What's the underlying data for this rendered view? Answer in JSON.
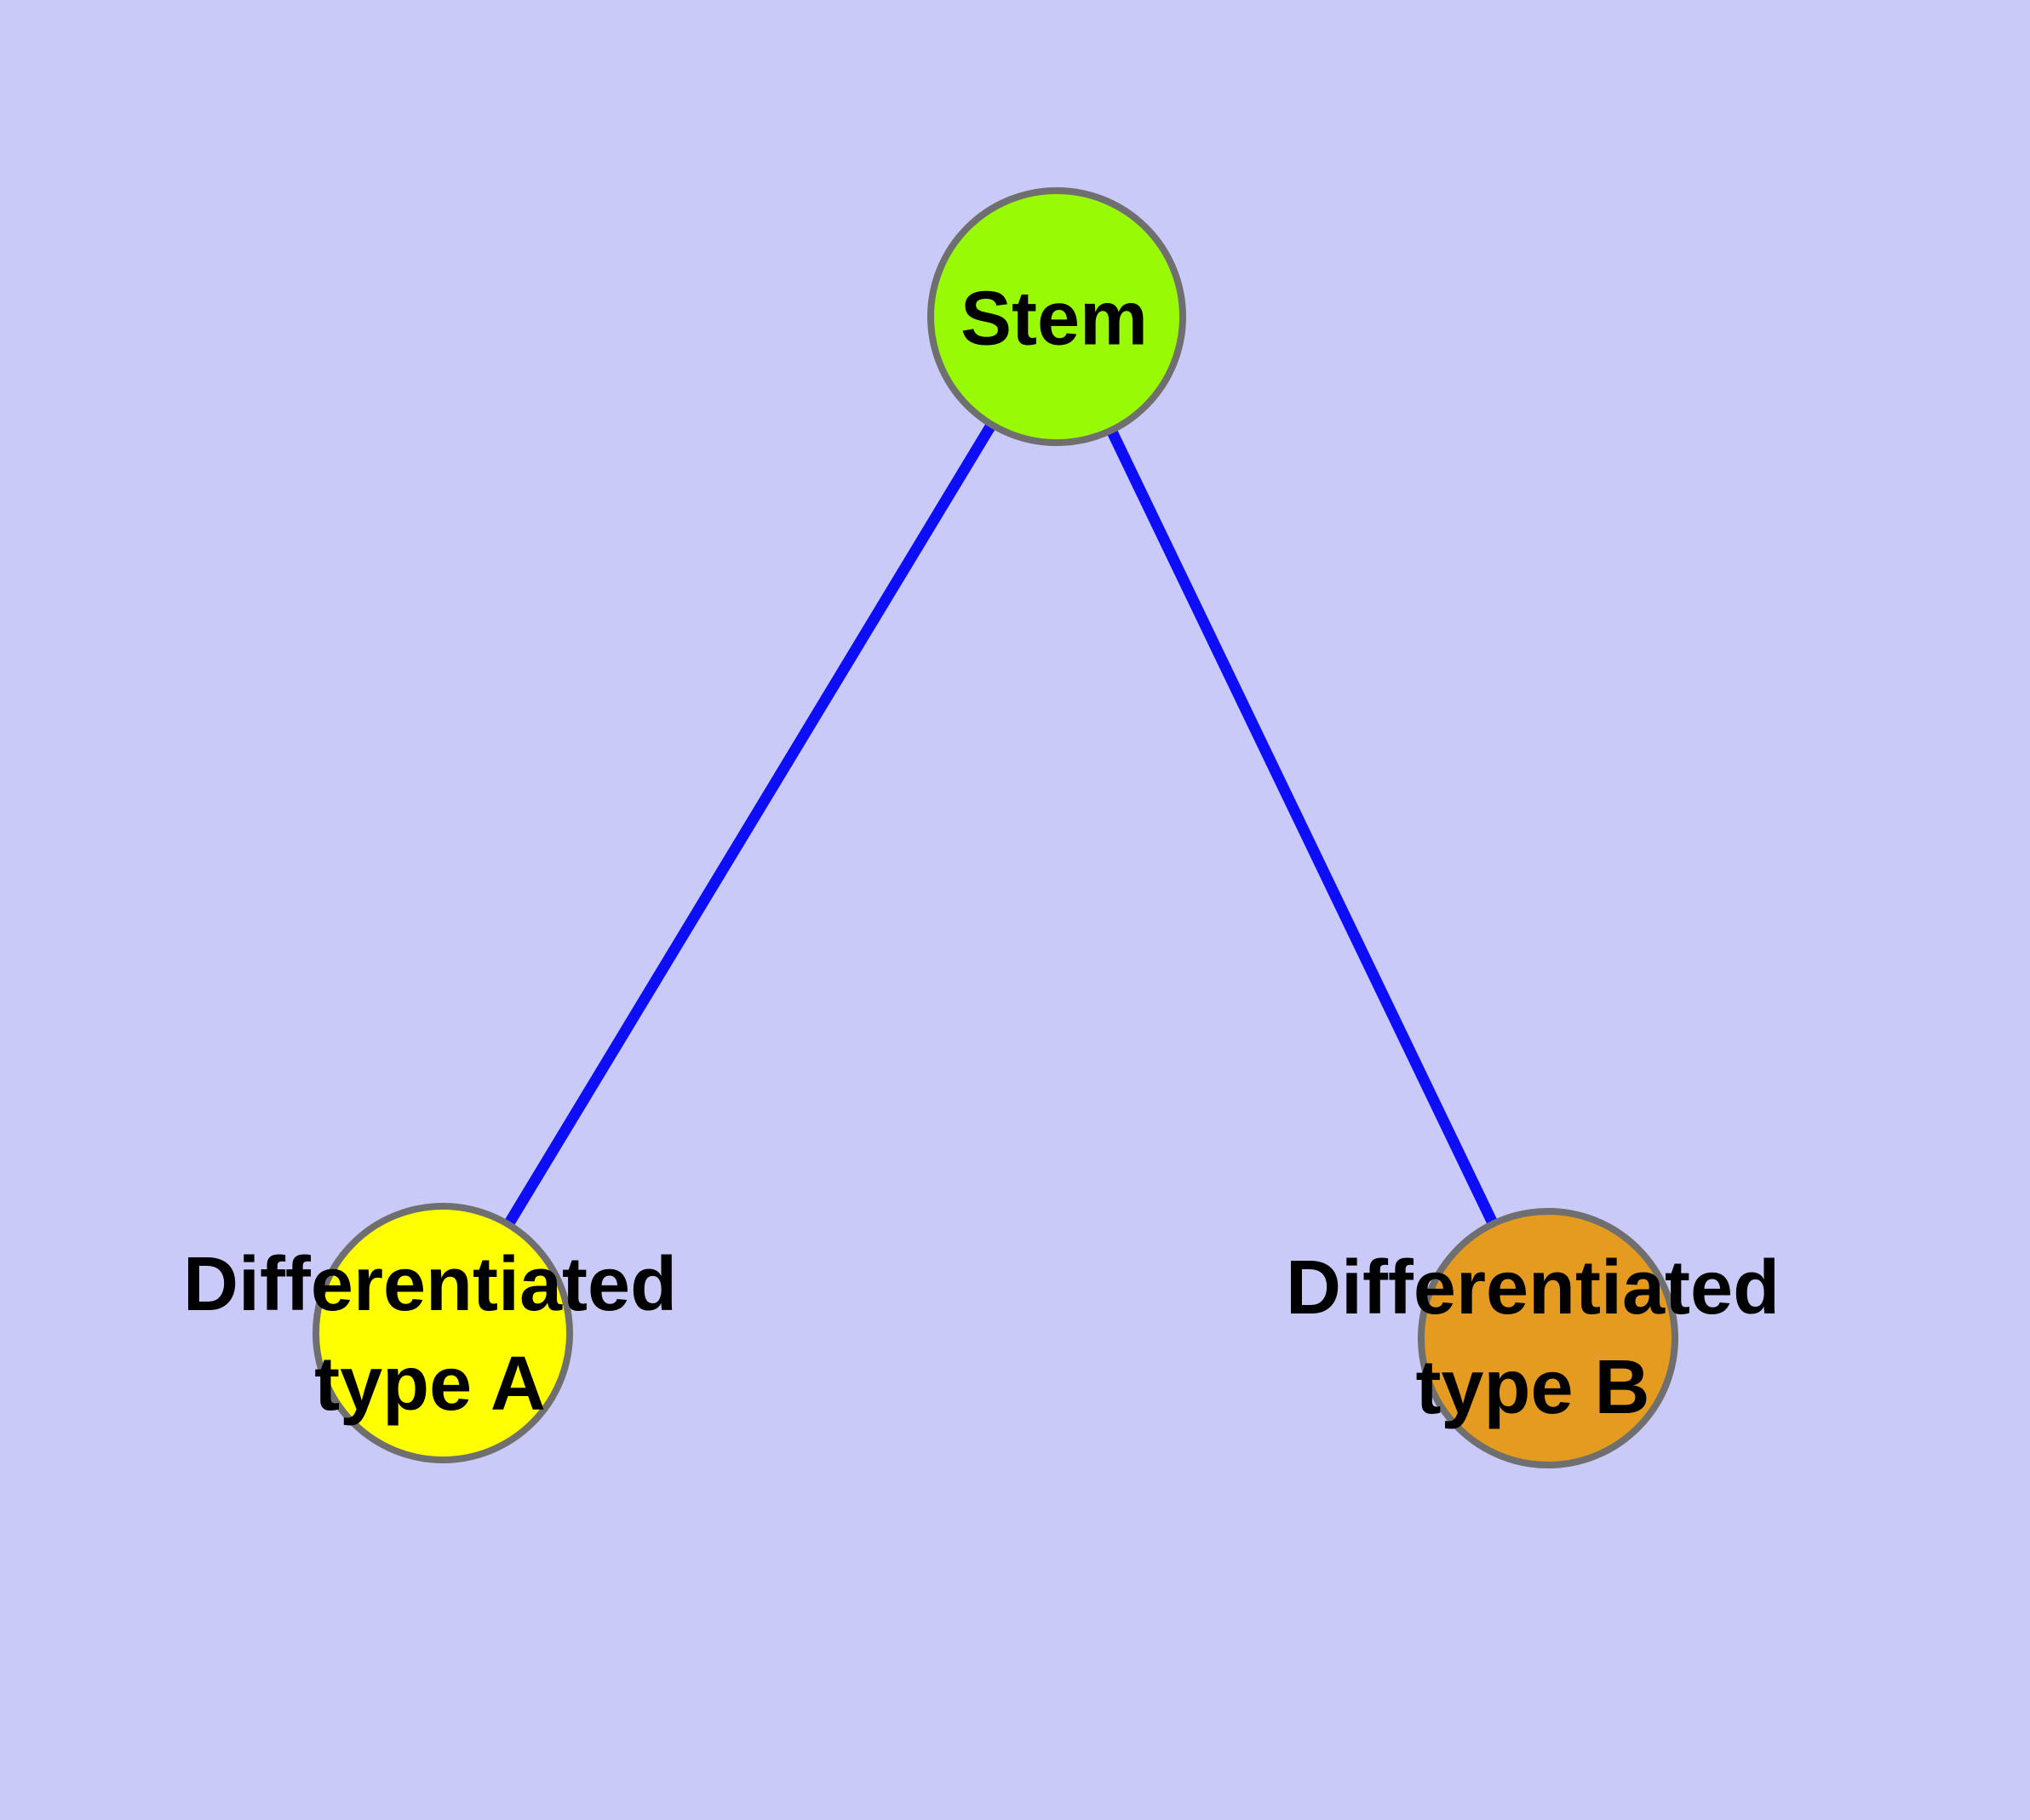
{
  "canvas": {
    "background_color": "#CACAF8"
  },
  "graph": {
    "description_of_visible_content": "Tree diagram with one parent node connected to two child nodes by straight edges",
    "nodes": {
      "stem": {
        "label": "Stem",
        "fill": "#99FA05",
        "border": "#6F6F6F",
        "text_color": "#000000"
      },
      "type_a": {
        "label_line1": "Differentiated",
        "label_line2": "type A",
        "label_full": "Differentiated type A",
        "fill": "#FFFF00",
        "border": "#6F6F6F",
        "text_color": "#000000"
      },
      "type_b": {
        "label_line1": "Differentiated",
        "label_line2": "type B",
        "label_full": "Differentiated type B",
        "fill": "#E49B20",
        "border": "#6F6F6F",
        "text_color": "#000000"
      }
    },
    "edges": {
      "color": "#0D0DF8",
      "items": [
        {
          "from": "Stem",
          "to": "Differentiated type A"
        },
        {
          "from": "Stem",
          "to": "Differentiated type B"
        }
      ]
    }
  }
}
